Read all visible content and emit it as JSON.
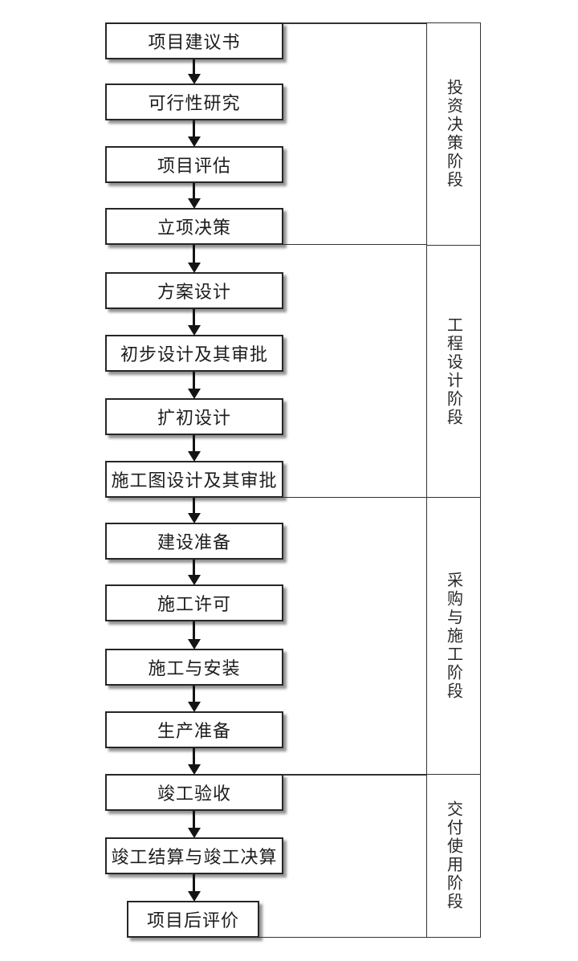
{
  "diagram": {
    "type": "flowchart",
    "direction": "top-to-bottom",
    "flow_steps": [
      {
        "label": "项目建议书"
      },
      {
        "label": "可行性研究"
      },
      {
        "label": "项目评估"
      },
      {
        "label": "立项决策"
      },
      {
        "label": "方案设计"
      },
      {
        "label": "初步设计及其审批"
      },
      {
        "label": "扩初设计"
      },
      {
        "label": "施工图设计及其审批"
      },
      {
        "label": "建设准备"
      },
      {
        "label": "施工许可"
      },
      {
        "label": "施工与安装"
      },
      {
        "label": "生产准备"
      },
      {
        "label": "竣工验收"
      },
      {
        "label": "竣工结算与竣工决算"
      },
      {
        "label": "项目后评价"
      }
    ],
    "phases": [
      {
        "label": "投资决策阶段",
        "covers_steps": "1-4"
      },
      {
        "label": "工程设计阶段",
        "covers_steps": "5-8"
      },
      {
        "label": "采购与施工阶段",
        "covers_steps": "9-12"
      },
      {
        "label": "交付使用阶段",
        "covers_steps": "13-15"
      }
    ],
    "colors": {
      "background": "#ffffff",
      "box_border": "#262626",
      "box_shadow": "#949494",
      "line": "#333333",
      "arrow": "#141414",
      "text": "#1c1c1c"
    }
  }
}
